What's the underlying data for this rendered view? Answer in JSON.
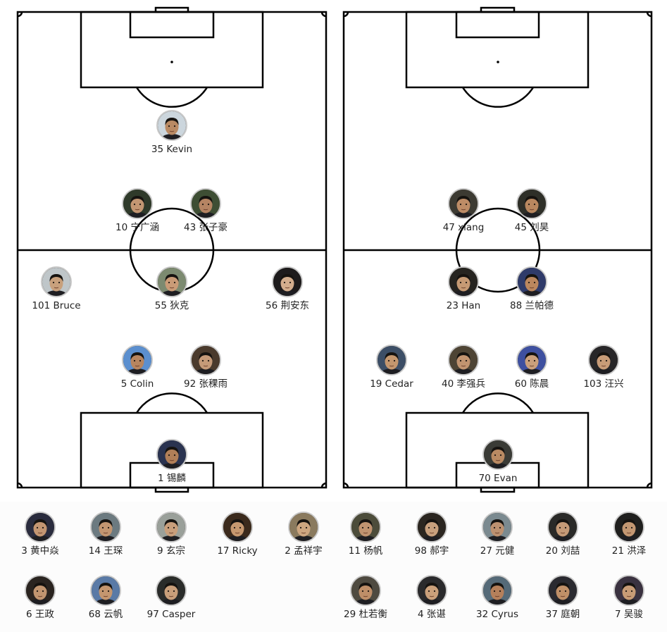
{
  "teams": [
    {
      "pitch": "left",
      "players": [
        {
          "label": "35 Kevin",
          "skin": "#b98a64",
          "bg": "#ccd6dd"
        },
        {
          "label": "10 宁广涵",
          "skin": "#c39672",
          "bg": "#2f3a2a"
        },
        {
          "label": "43 张子豪",
          "skin": "#b58463",
          "bg": "#3e4e34"
        },
        {
          "label": "101 Bruce",
          "skin": "#c8a07c",
          "bg": "#bfc6c9"
        },
        {
          "label": "55 狄克",
          "skin": "#c99b77",
          "bg": "#7c8a70"
        },
        {
          "label": "56 荆安东",
          "skin": "#d3ad8d",
          "bg": "#1d1b1c"
        },
        {
          "label": "5 Colin",
          "skin": "#b7855f",
          "bg": "#5b8fcf"
        },
        {
          "label": "92 张稞雨",
          "skin": "#c59a78",
          "bg": "#4a3a2c"
        },
        {
          "label": "1 锡麟",
          "skin": "#b17f58",
          "bg": "#2a3350"
        }
      ]
    },
    {
      "pitch": "right",
      "players": [
        {
          "label": "47 xiang",
          "skin": "#bd8c66",
          "bg": "#3c3a32"
        },
        {
          "label": "45 刘昊",
          "skin": "#b8875f",
          "bg": "#2e2f28"
        },
        {
          "label": "23 Han",
          "skin": "#c69a74",
          "bg": "#262420"
        },
        {
          "label": "88 兰帕德",
          "skin": "#bb875e",
          "bg": "#2f3b6a"
        },
        {
          "label": "19 Cedar",
          "skin": "#c4976f",
          "bg": "#3c4e66"
        },
        {
          "label": "40 李强兵",
          "skin": "#c29470",
          "bg": "#4e4434"
        },
        {
          "label": "60 陈晨",
          "skin": "#caa07c",
          "bg": "#3e50a0"
        },
        {
          "label": "103 汪兴",
          "skin": "#c89c78",
          "bg": "#272628"
        },
        {
          "label": "70 Evan",
          "skin": "#b98a63",
          "bg": "#3a3b36"
        }
      ]
    }
  ],
  "bench": [
    {
      "label": "3 黄中焱",
      "skin": "#c39672",
      "bg": "#2a2c3e"
    },
    {
      "label": "14 王琛",
      "skin": "#c29570",
      "bg": "#6c7a80"
    },
    {
      "label": "9 玄宗",
      "skin": "#c89e7b",
      "bg": "#9aa09a"
    },
    {
      "label": "17 Ricky",
      "skin": "#c6986f",
      "bg": "#3b2a1c"
    },
    {
      "label": "2 孟祥宇",
      "skin": "#cda680",
      "bg": "#8a7a5e"
    },
    {
      "label": "11 杨帆",
      "skin": "#c09370",
      "bg": "#4c4c3a"
    },
    {
      "label": "98 郝宇",
      "skin": "#c8a07d",
      "bg": "#2b2620"
    },
    {
      "label": "27 元健",
      "skin": "#bd9170",
      "bg": "#7b8a90"
    },
    {
      "label": "20 刘喆",
      "skin": "#c59a77",
      "bg": "#2a2a28"
    },
    {
      "label": "21 洪泽",
      "skin": "#c39772",
      "bg": "#1f1f1e"
    },
    {
      "label": "6 王政",
      "skin": "#c19570",
      "bg": "#2a2420"
    },
    {
      "label": "68 云帆",
      "skin": "#c4966f",
      "bg": "#5a7aa6"
    },
    {
      "label": "97 Casper",
      "skin": "#c99f7a",
      "bg": "#2a2c2a"
    },
    {
      "label": "29 杜若衡",
      "skin": "#be8e68",
      "bg": "#4e4a40"
    },
    {
      "label": "4 张谌",
      "skin": "#caa07b",
      "bg": "#2a2a2c"
    },
    {
      "label": "32 Cyrus",
      "skin": "#b5805b",
      "bg": "#556a78"
    },
    {
      "label": "37 庭朝",
      "skin": "#c09068",
      "bg": "#2a2a30"
    },
    {
      "label": "7 吴骏",
      "skin": "#c89c76",
      "bg": "#3a3240"
    }
  ]
}
